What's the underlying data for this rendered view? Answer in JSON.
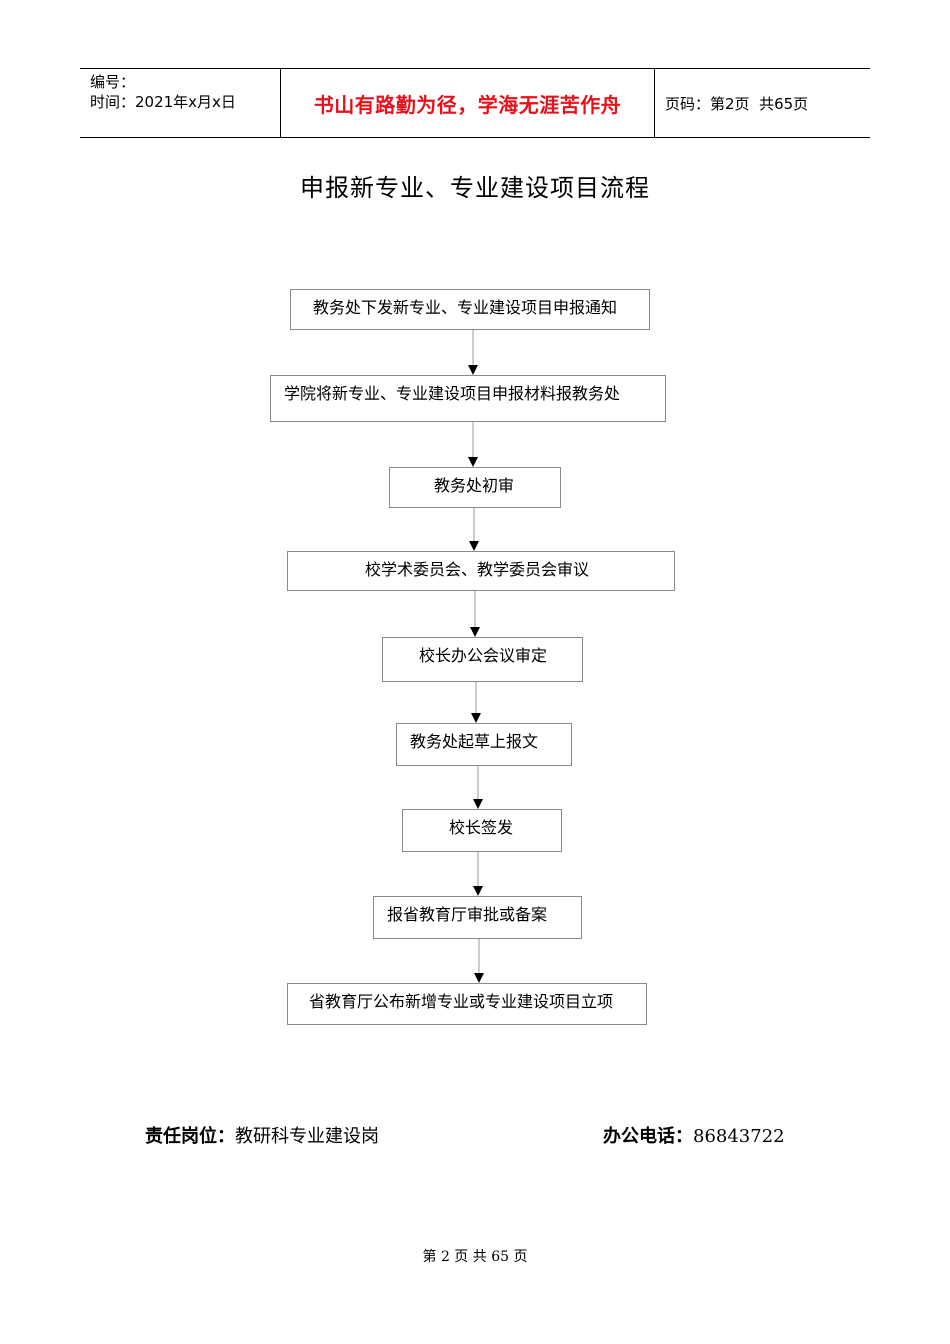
{
  "header": {
    "doc_no_label": "编号：",
    "time_label": "时间：2021年x月x日",
    "motto": "书山有路勤为径，学海无涯苦作舟",
    "page_info": "页码：第2页  共65页"
  },
  "title": "申报新专业、专业建设项目流程",
  "flow": {
    "steps": [
      "教务处下发新专业、专业建设项目申报通知",
      "学院将新专业、专业建设项目申报材料报教务处",
      "教务处初审",
      "校学术委员会、教学委员会审议",
      "校长办公会议审定",
      "教务处起草上报文",
      "校长签发",
      "报省教育厅审批或备案",
      "省教育厅公布新增专业或专业建设项目立项"
    ]
  },
  "footer": {
    "post_label": "责任岗位：",
    "post_value": "教研科专业建设岗",
    "phone_label": "办公电话：",
    "phone_value": "86843722"
  },
  "page_number": "第 2 页 共 65 页"
}
